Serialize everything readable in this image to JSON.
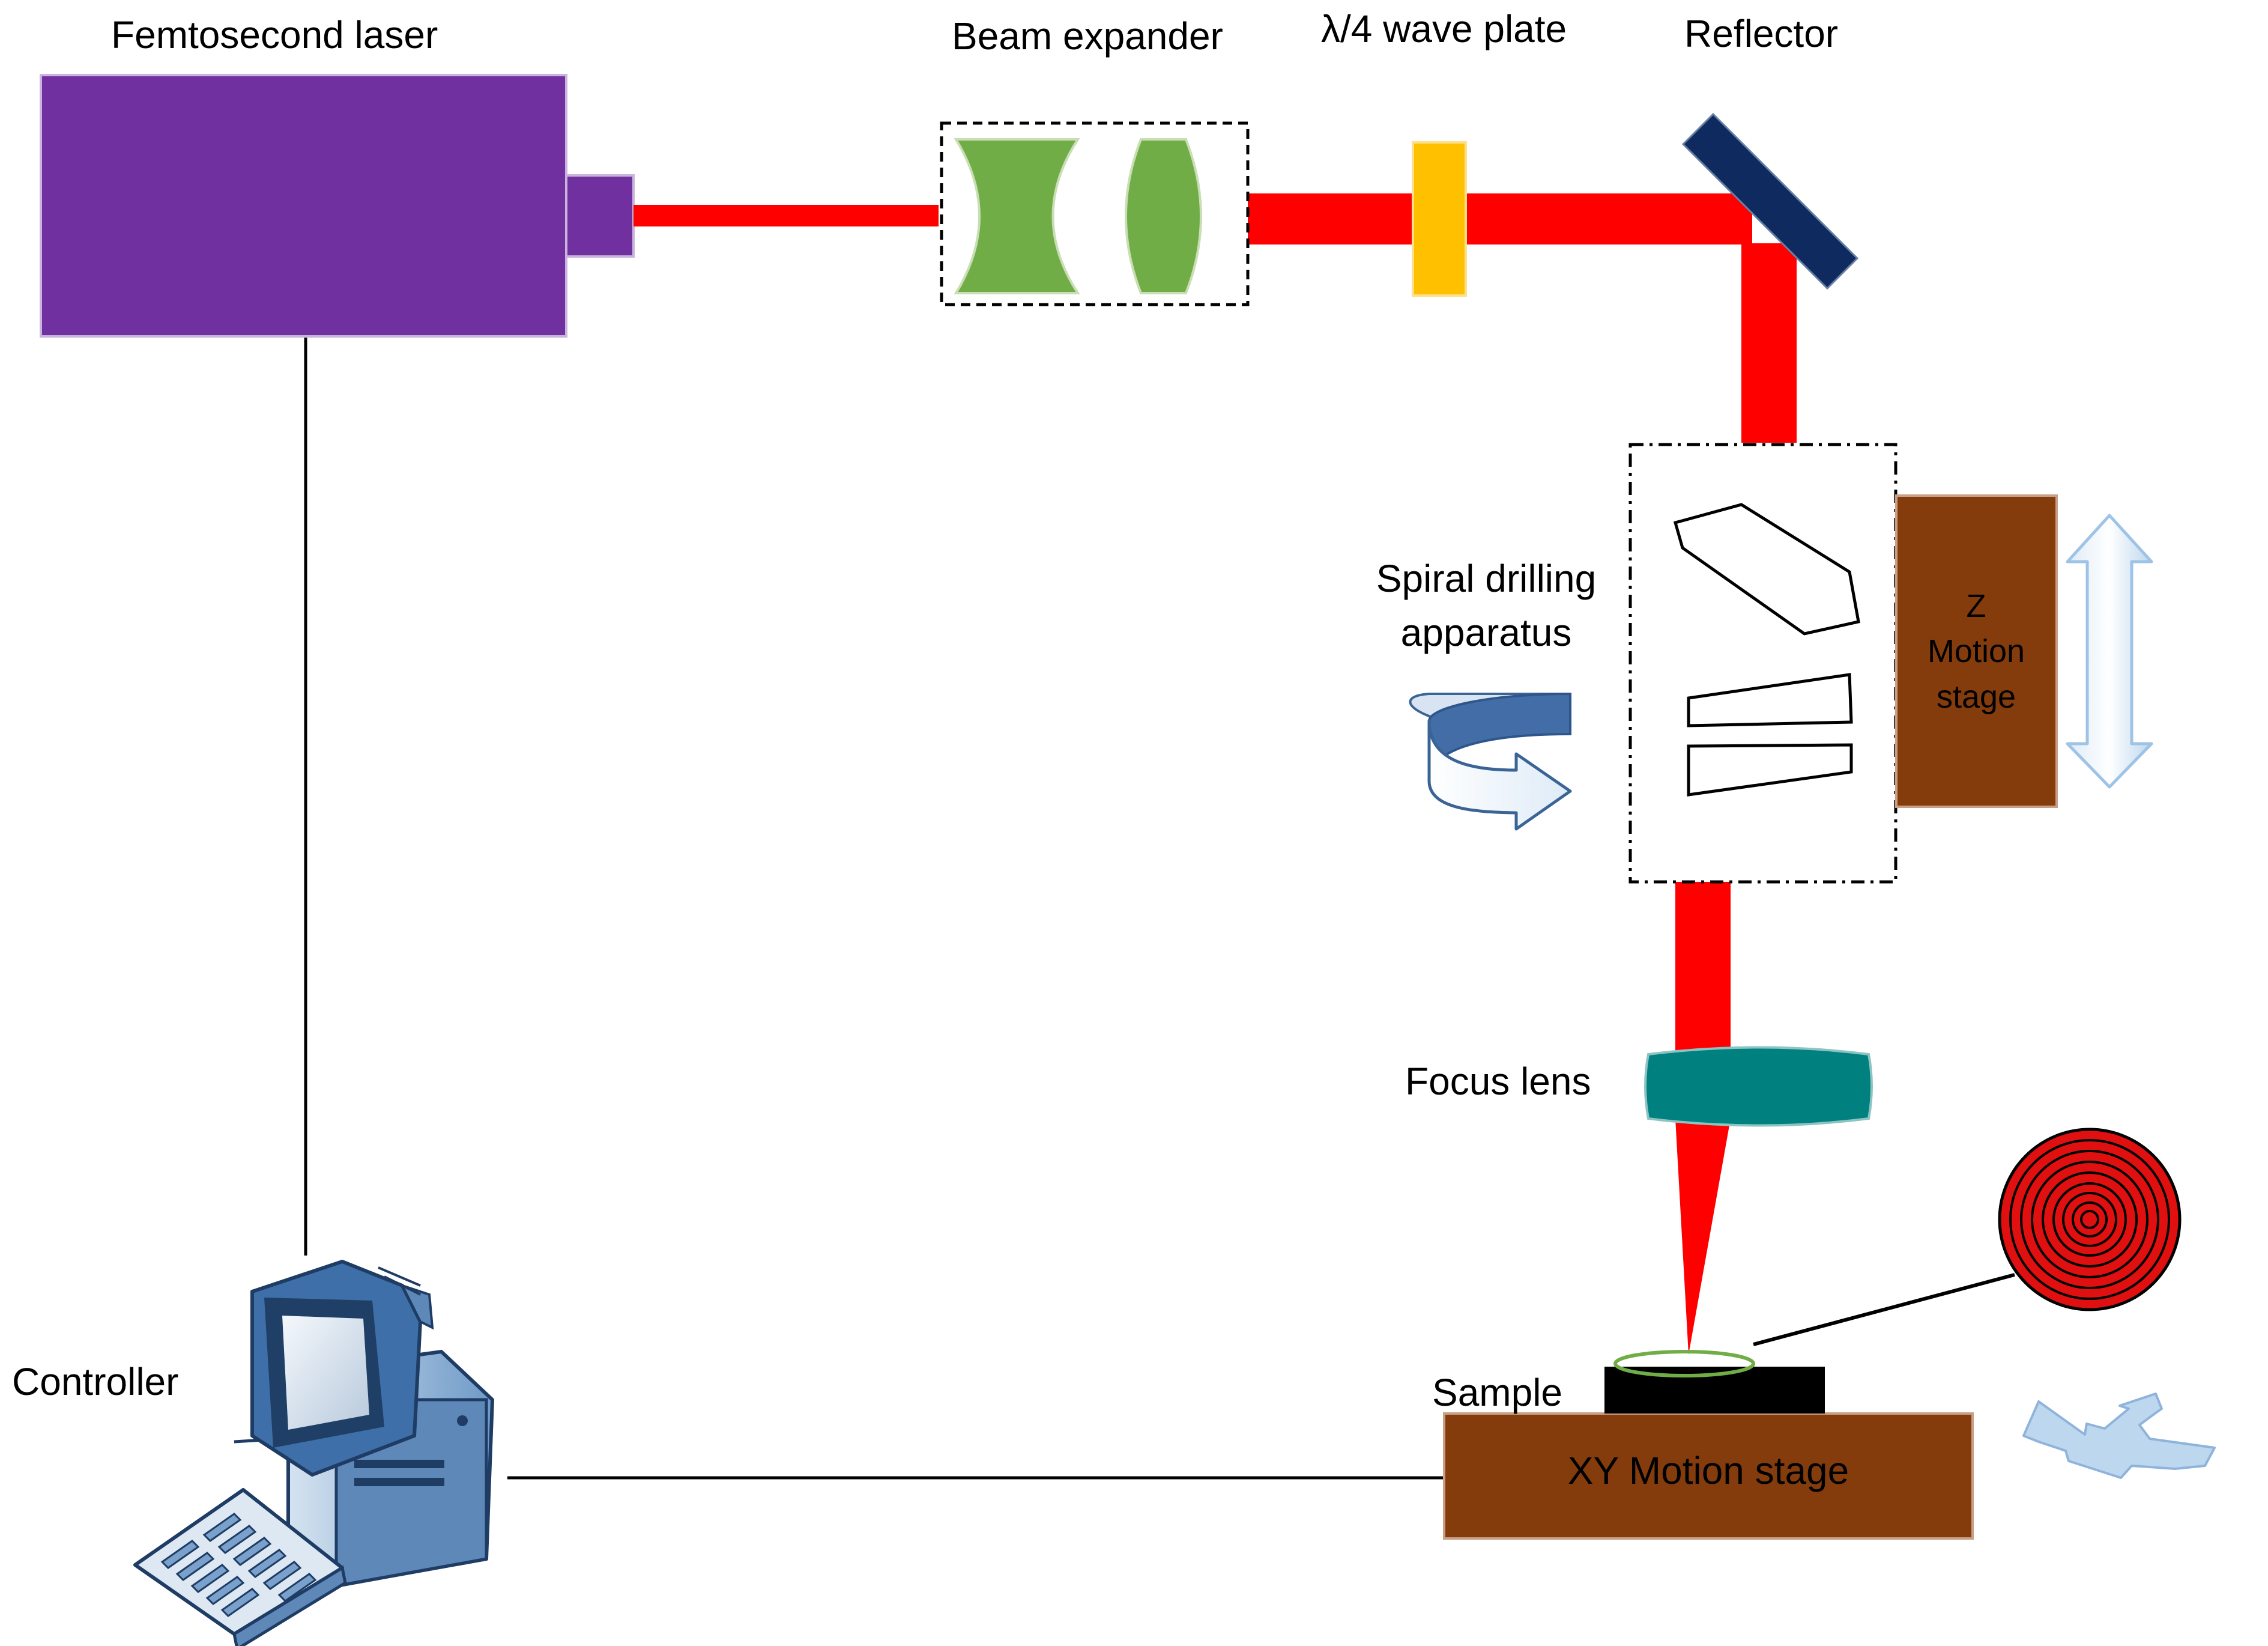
{
  "labels": {
    "laser": "Femtosecond laser",
    "beam_expander": "Beam expander",
    "wave_plate": "λ/4 wave plate",
    "reflector": "Reflector",
    "spiral_line1": "Spiral drilling",
    "spiral_line2": "apparatus",
    "z_stage_line1": "Z",
    "z_stage_line2": "Motion",
    "z_stage_line3": "stage",
    "focus_lens": "Focus lens",
    "sample": "Sample",
    "xy_stage": "XY Motion stage",
    "controller": "Controller"
  },
  "colors": {
    "laser_body": "#7030A0",
    "beam": "#FF0000",
    "expander_lens": "#70AD47",
    "wave_plate": "#FFC000",
    "reflector": "#0F2A5F",
    "stage": "#843C0C",
    "focus_lens": "#00807F",
    "sample": "#000000",
    "rotation_arrow": "#4472A8",
    "motion_arrow": "#BDD7EE",
    "spiral_target": "#E01010"
  },
  "icons": {
    "rotation": "rotation-arrow-icon",
    "z_motion": "double-arrow-vertical-icon",
    "xy_motion": "four-way-arrow-icon",
    "computer": "desktop-computer-icon",
    "spiral": "spiral-target-icon"
  }
}
